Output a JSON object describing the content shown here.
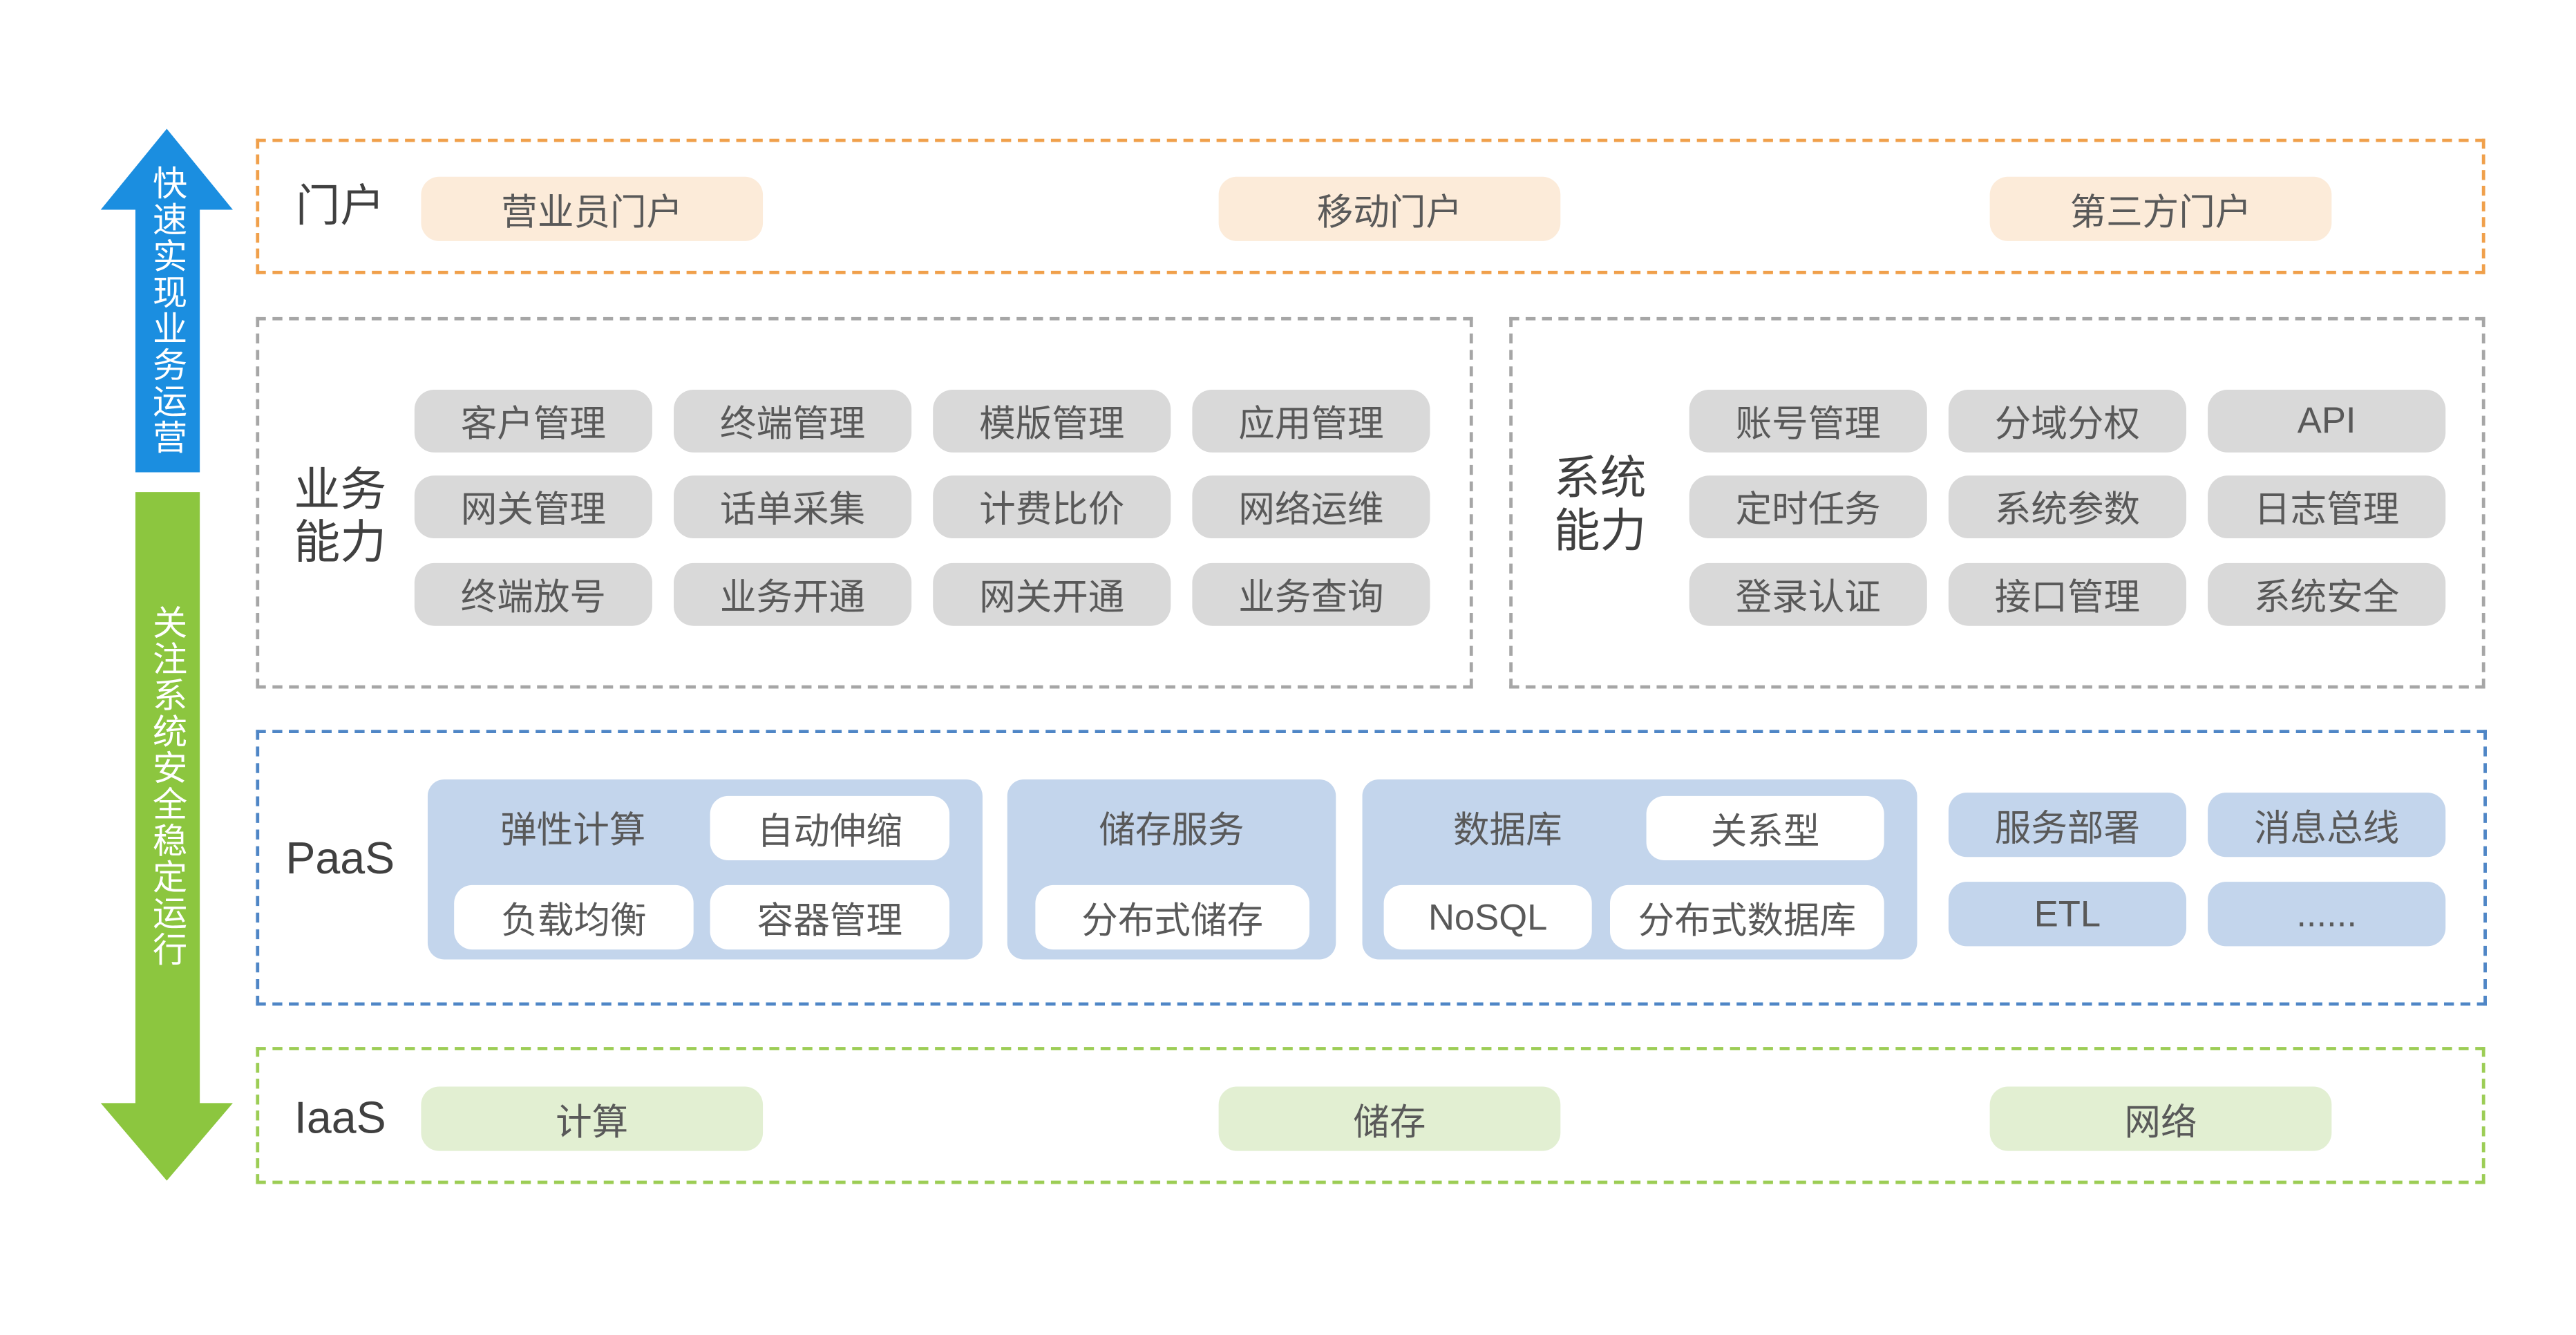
{
  "colors": {
    "arrow_up": "#1b8ee0",
    "arrow_down": "#8cc63f",
    "portal_border": "#f0a04b",
    "portal_pill": "#fcebd9",
    "capability_border": "#a6a6a6",
    "capability_pill": "#d9d9d9",
    "paas_border": "#4f86c6",
    "paas_fill": "#c3d5ec",
    "iaas_border": "#9ccd55",
    "iaas_pill": "#e2efd2"
  },
  "arrows": {
    "up_text": "快速实现业务运营",
    "down_text": "关注系统安全稳定运行"
  },
  "portal": {
    "label": "门户",
    "items": [
      "营业员门户",
      "移动门户",
      "第三方门户"
    ]
  },
  "business": {
    "label_line1": "业务",
    "label_line2": "能力",
    "items": [
      "客户管理",
      "终端管理",
      "模版管理",
      "应用管理",
      "网关管理",
      "话单采集",
      "计费比价",
      "网络运维",
      "终端放号",
      "业务开通",
      "网关开通",
      "业务查询"
    ]
  },
  "system": {
    "label_line1": "系统",
    "label_line2": "能力",
    "items": [
      "账号管理",
      "分域分权",
      "API",
      "定时任务",
      "系统参数",
      "日志管理",
      "登录认证",
      "接口管理",
      "系统安全"
    ]
  },
  "paas": {
    "label": "PaaS",
    "elastic": {
      "title": "弹性计算",
      "items": [
        "自动伸缩",
        "负载均衡",
        "容器管理"
      ]
    },
    "storage": {
      "title": "储存服务",
      "items": [
        "分布式储存"
      ]
    },
    "database": {
      "title": "数据库",
      "items": [
        "关系型",
        "NoSQL",
        "分布式数据库"
      ]
    },
    "others": [
      "服务部署",
      "消息总线",
      "ETL",
      "......"
    ]
  },
  "iaas": {
    "label": "IaaS",
    "items": [
      "计算",
      "储存",
      "网络"
    ]
  }
}
